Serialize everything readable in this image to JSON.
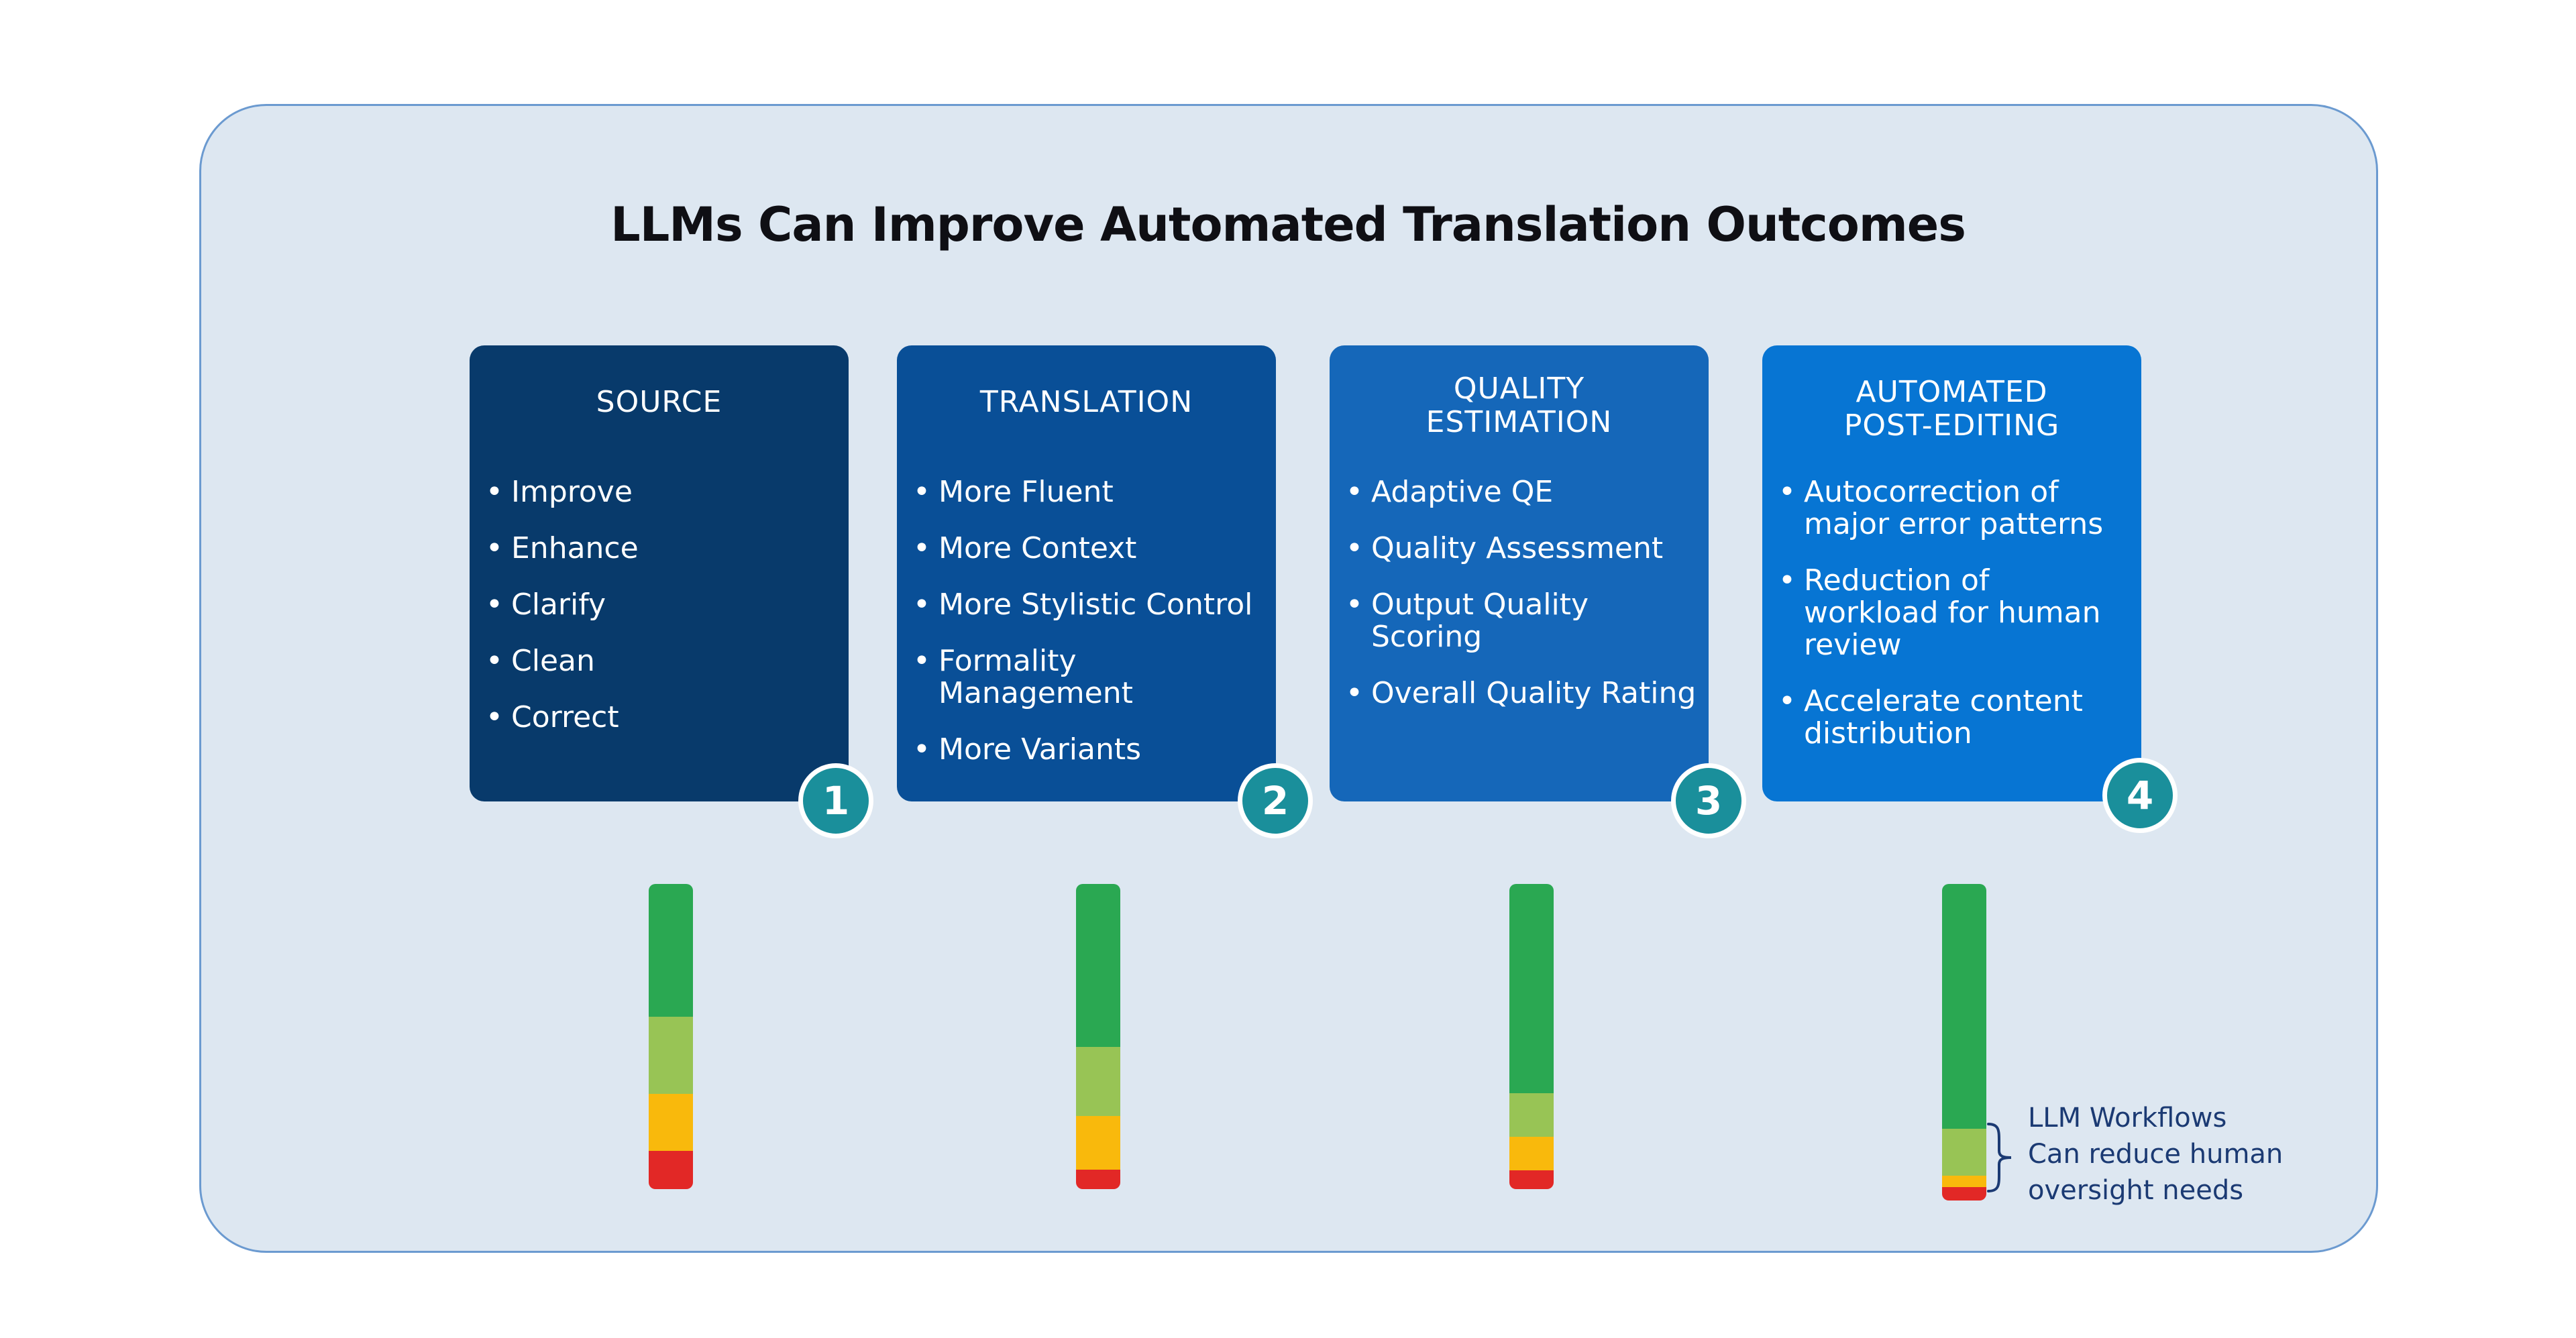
{
  "title": "LLMs Can Improve Automated Translation Outcomes",
  "colors": {
    "panel_background": "#dde7f1",
    "panel_border": "#6b9ad0",
    "badge": "#1a8f9b",
    "bar_green": "#2aa852",
    "bar_light_green": "#98c455",
    "bar_yellow": "#f9b90c",
    "bar_red": "#e22826"
  },
  "cards": [
    {
      "title": "SOURCE",
      "color": "#083a6b",
      "number": "1",
      "bullets": [
        "Improve",
        "Enhance",
        "Clarify",
        "Clean",
        "Correct"
      ]
    },
    {
      "title": "TRANSLATION",
      "color": "#094f97",
      "number": "2",
      "bullets": [
        "More Fluent",
        "More Context",
        "More Stylistic Control",
        "Formality Management",
        "More Variants"
      ]
    },
    {
      "title": "QUALITY\nESTIMATION",
      "color": "#1567b9",
      "number": "3",
      "bullets": [
        "Adaptive QE",
        "Quality Assessment",
        "Output Quality Scoring",
        "Overall Quality Rating"
      ]
    },
    {
      "title": "AUTOMATED\nPOST-EDITING",
      "color": "#0775d3",
      "number": "4",
      "bullets": [
        "Autocorrection of major error patterns",
        "Reduction of workload for human review",
        "Accelerate content distribution"
      ]
    }
  ],
  "note": {
    "lines": [
      "LLM Workflows",
      "Can reduce human",
      "oversight needs"
    ],
    "icon": "curly-brace-icon"
  }
}
